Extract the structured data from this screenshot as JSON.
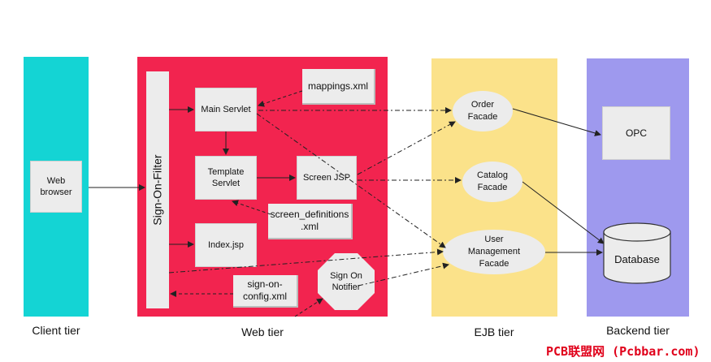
{
  "tiers": {
    "client": "Client tier",
    "web": "Web tier",
    "ejb": "EJB tier",
    "backend": "Backend tier"
  },
  "web_browser": "Web\nbrowser",
  "sign_on_filter": "Sign-On-Filter",
  "main_servlet": "Main Servlet",
  "template_servlet": "Template\nServlet",
  "index_jsp": "Index.jsp",
  "screen_jsp": "Screen JSP",
  "mappings_xml": "mappings.xml",
  "screen_definitions_xml": "screen_definitions\n.xml",
  "sign_on_config_xml": "sign-on-\nconfig.xml",
  "sign_on_notifier": "Sign On\nNotifier",
  "order_facade": "Order\nFacade",
  "catalog_facade": "Catalog\nFacade",
  "user_management_facade": "User\nManagement\nFacade",
  "opc": "OPC",
  "database": "Database",
  "watermark": "PCB联盟网 (Pcbbar.com)",
  "colors": {
    "client_tier": "#14d4d4",
    "web_tier": "#f2244f",
    "ejb_tier": "#fbe28a",
    "backend_tier": "#9e99ee"
  }
}
